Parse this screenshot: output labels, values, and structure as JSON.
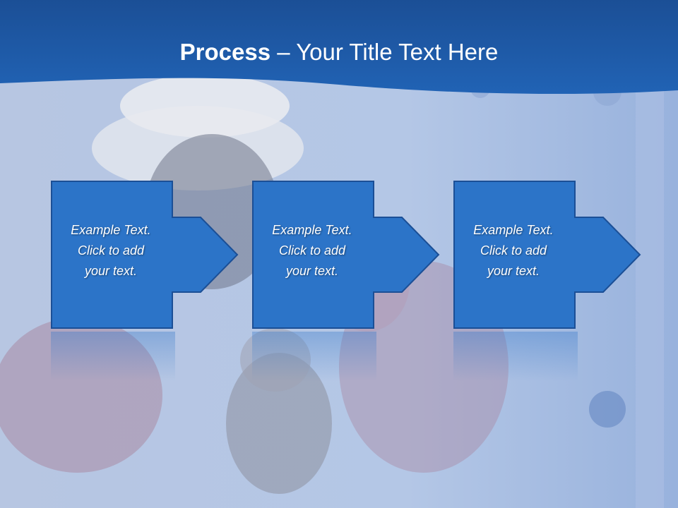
{
  "title": {
    "bold": "Process",
    "rest": " – Your Title Text Here"
  },
  "steps": [
    {
      "line1": "Example Text.",
      "line2": "Click  to add",
      "line3": "your text."
    },
    {
      "line1": "Example Text.",
      "line2": "Click  to add",
      "line3": "your text."
    },
    {
      "line1": "Example Text.",
      "line2": "Click  to add",
      "line3": "your text."
    }
  ],
  "colors": {
    "title_band": "#1a5bab",
    "block_fill": "#2c74c8",
    "block_border": "#1b4f96",
    "background": "#b3c6e4"
  }
}
